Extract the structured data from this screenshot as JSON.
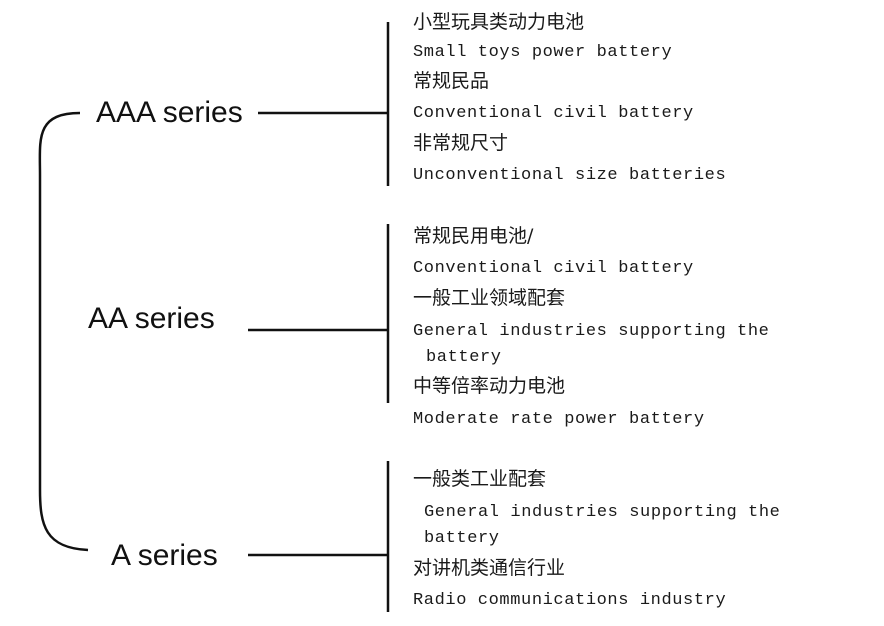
{
  "series": [
    {
      "label": "AAA series",
      "items": [
        {
          "cn": "小型玩具类动力电池",
          "en": "Small toys power battery"
        },
        {
          "cn": "常规民品",
          "en": "Conventional civil battery"
        },
        {
          "cn": "非常规尺寸",
          "en": "Unconventional size batteries"
        }
      ]
    },
    {
      "label": "AA series",
      "items": [
        {
          "cn": "常规民用电池/",
          "en": "Conventional civil battery"
        },
        {
          "cn": "一般工业领域配套",
          "en": "General industries supporting the",
          "en2": "battery"
        },
        {
          "cn": "中等倍率动力电池",
          "en": "Moderate rate power battery"
        }
      ]
    },
    {
      "label": "A series",
      "items": [
        {
          "cn": "一般类工业配套",
          "en": "General industries supporting the",
          "en2": "battery"
        },
        {
          "cn": "对讲机类通信行业",
          "en": "Radio communications industry"
        }
      ]
    }
  ]
}
